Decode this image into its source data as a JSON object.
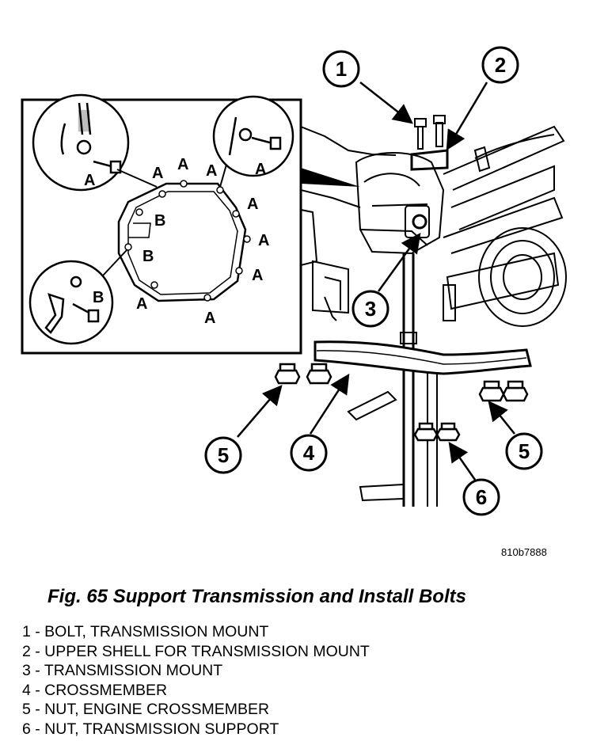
{
  "figure": {
    "caption": "Fig. 65 Support Transmission and Install Bolts",
    "reference_code": "810b7888"
  },
  "callouts": [
    "1",
    "2",
    "3",
    "4",
    "5",
    "5",
    "6"
  ],
  "inset": {
    "labels_a": [
      "A",
      "A",
      "A",
      "A",
      "A",
      "A",
      "A",
      "A",
      "A",
      "A"
    ],
    "labels_b": [
      "B",
      "B",
      "B"
    ]
  },
  "legend": [
    "1 - BOLT, TRANSMISSION MOUNT",
    "2 - UPPER SHELL FOR TRANSMISSION MOUNT",
    "3 - TRANSMISSION MOUNT",
    "4 - CROSSMEMBER",
    "5 - NUT, ENGINE CROSSMEMBER",
    "6 - NUT, TRANSMISSION SUPPORT"
  ]
}
